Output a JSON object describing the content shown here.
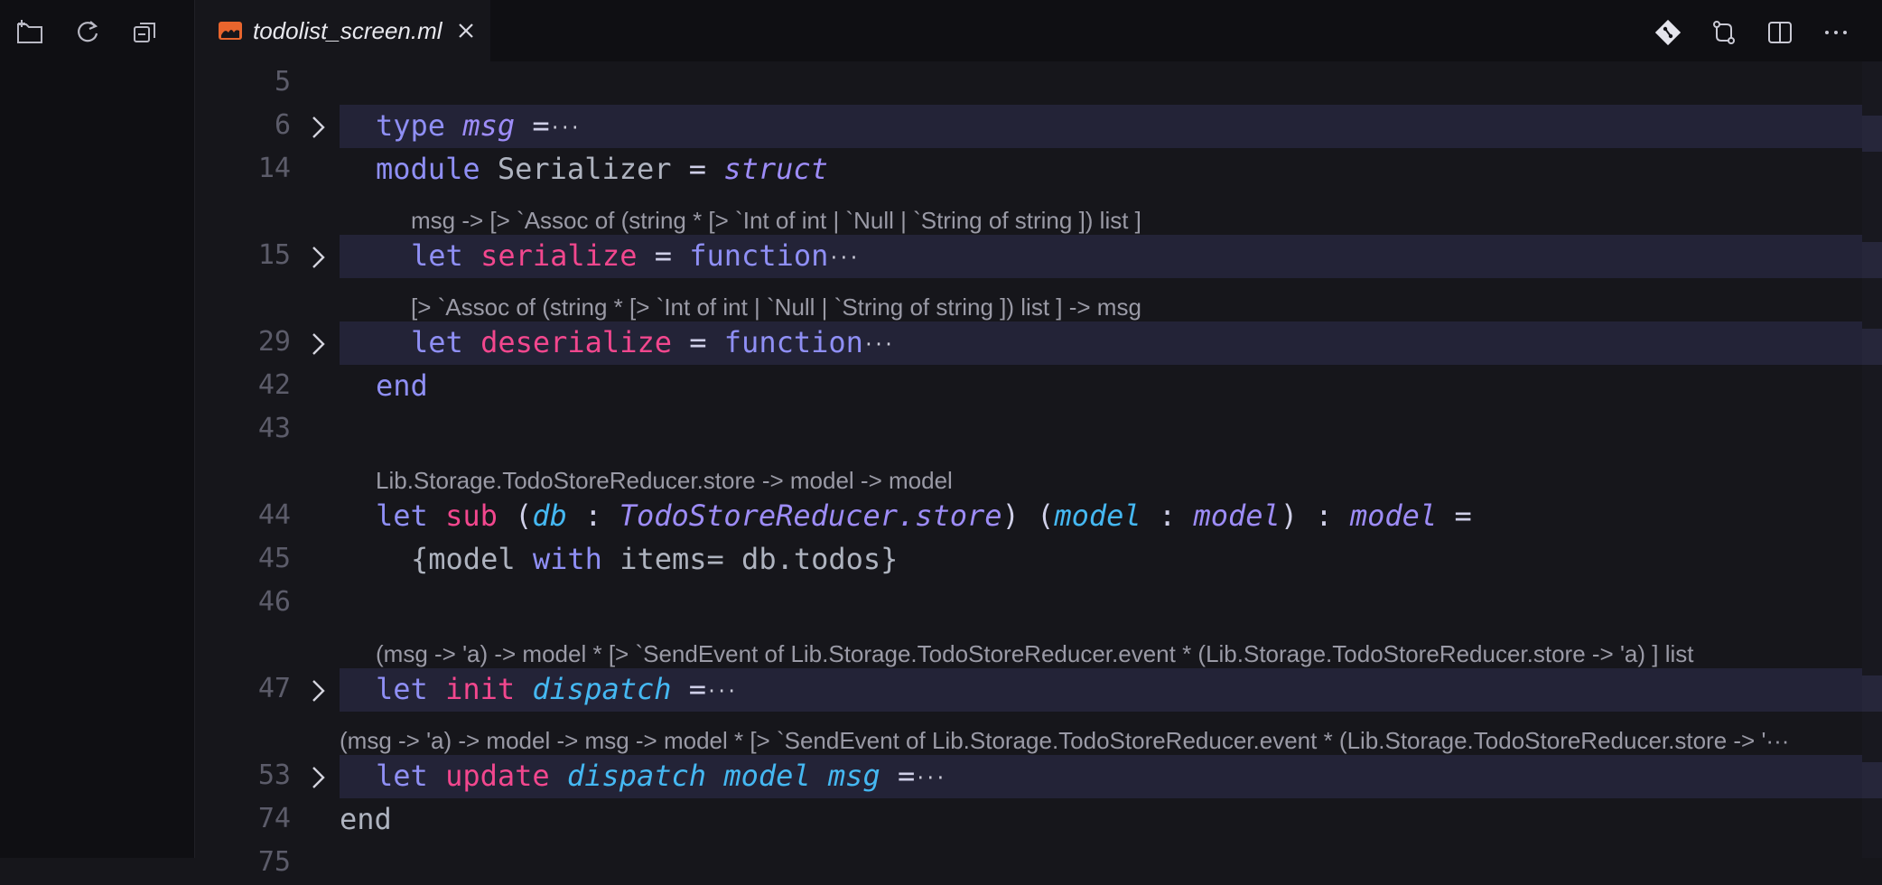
{
  "tab": {
    "file_name": "todolist_screen.ml"
  },
  "icons": {
    "sidebar": [
      "new-folder-icon",
      "refresh-icon",
      "collapse-all-icon"
    ],
    "top_actions": [
      "git-icon",
      "compare-changes-icon",
      "split-editor-icon",
      "more-actions-icon"
    ]
  },
  "colors": {
    "keyword": "#8f8ff5",
    "function_name": "#f2478e",
    "parameter": "#45b8f2",
    "type": "#9d8cf7",
    "line_highlight": "#232337",
    "file_icon": "#e8652d"
  },
  "lines": {
    "l5": "5",
    "l6": "6",
    "l14": "14",
    "l15": "15",
    "l29": "29",
    "l42": "42",
    "l43": "43",
    "l44": "44",
    "l45": "45",
    "l46": "46",
    "l47": "47",
    "l53": "53",
    "l74": "74",
    "l75": "75"
  },
  "code": {
    "type_kw": "type",
    "msg_name": "msg",
    "eq": "=",
    "module_kw": "module",
    "serializer": "Serializer",
    "struct_kw": "struct",
    "let_kw": "let",
    "serialize_name": "serialize",
    "function_kw": "function",
    "deserialize_name": "deserialize",
    "end_kw": "end",
    "sub_name": "sub",
    "db_param": "db",
    "colon": ":",
    "store_type": "TodoStoreReducer.store",
    "model_param": "model",
    "model_type": "model",
    "record_open": "{model",
    "with_kw": "with",
    "record_rest": "items= db.todos}",
    "init_name": "init",
    "dispatch_param": "dispatch",
    "update_name": "update",
    "model_param2": "model",
    "msg_param": "msg",
    "ellipsis": "···"
  },
  "hints": {
    "serialize": "msg -> [> `Assoc of (string * [> `Int of int | `Null | `String of string ]) list ]",
    "deserialize": "[> `Assoc of (string * [> `Int of int | `Null | `String of string ]) list ] -> msg",
    "sub": "Lib.Storage.TodoStoreReducer.store -> model -> model",
    "init": "(msg -> 'a) -> model * [> `SendEvent of Lib.Storage.TodoStoreReducer.event * (Lib.Storage.TodoStoreReducer.store -> 'a) ] list",
    "update": "(msg -> 'a) -> model -> msg -> model * [> `SendEvent of Lib.Storage.TodoStoreReducer.event * (Lib.Storage.TodoStoreReducer.store -> '···"
  }
}
